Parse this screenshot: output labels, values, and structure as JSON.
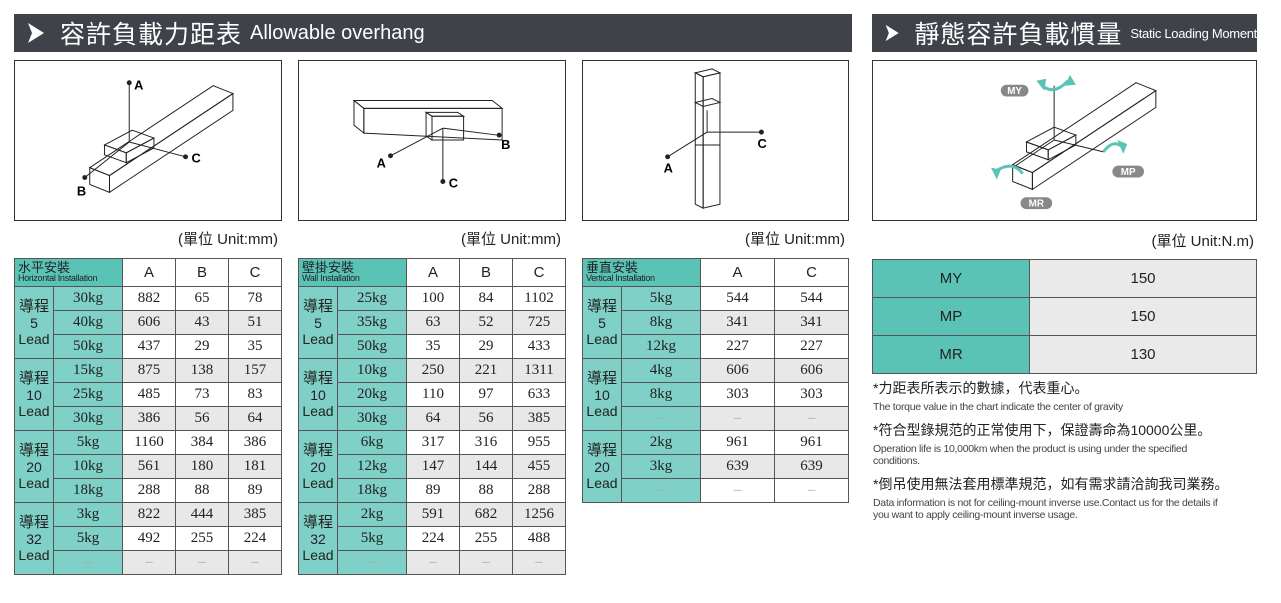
{
  "colors": {
    "banner": "#3f4249",
    "header_teal": "#5bc3b6",
    "lead_teal": "#7fd0c6",
    "shade": "#e8e8e8",
    "arrow_teal": "#5bc3b6"
  },
  "banner_left": {
    "zh": "容許負載力距表",
    "en": "Allowable overhang"
  },
  "banner_right": {
    "zh": "靜態容許負載慣量",
    "en": "Static Loading Moment"
  },
  "diagram_labels": {
    "horizontal": [
      "A",
      "B",
      "C"
    ],
    "wall": [
      "A",
      "B",
      "C"
    ],
    "vertical": [
      "A",
      "C"
    ],
    "moment": [
      "MY",
      "MP",
      "MR"
    ]
  },
  "unit_mm": "(單位 Unit:mm)",
  "unit_nm": "(單位 Unit:N.m)",
  "tables": [
    {
      "header_zh": "水平安裝",
      "header_en": "Horizontal Installation",
      "cols": [
        "A",
        "B",
        "C"
      ],
      "groups": [
        {
          "lead_zh": "導程",
          "lead_num": "5",
          "lead_en": "Lead",
          "rows": [
            {
              "load": "30kg",
              "values": [
                "882",
                "65",
                "78"
              ]
            },
            {
              "load": "40kg",
              "values": [
                "606",
                "43",
                "51"
              ]
            },
            {
              "load": "50kg",
              "values": [
                "437",
                "29",
                "35"
              ]
            }
          ]
        },
        {
          "lead_zh": "導程",
          "lead_num": "10",
          "lead_en": "Lead",
          "rows": [
            {
              "load": "15kg",
              "values": [
                "875",
                "138",
                "157"
              ]
            },
            {
              "load": "25kg",
              "values": [
                "485",
                "73",
                "83"
              ]
            },
            {
              "load": "30kg",
              "values": [
                "386",
                "56",
                "64"
              ]
            }
          ]
        },
        {
          "lead_zh": "導程",
          "lead_num": "20",
          "lead_en": "Lead",
          "rows": [
            {
              "load": "5kg",
              "values": [
                "1160",
                "384",
                "386"
              ]
            },
            {
              "load": "10kg",
              "values": [
                "561",
                "180",
                "181"
              ]
            },
            {
              "load": "18kg",
              "values": [
                "288",
                "88",
                "89"
              ]
            }
          ]
        },
        {
          "lead_zh": "導程",
          "lead_num": "32",
          "lead_en": "Lead",
          "rows": [
            {
              "load": "3kg",
              "values": [
                "822",
                "444",
                "385"
              ]
            },
            {
              "load": "5kg",
              "values": [
                "492",
                "255",
                "224"
              ]
            },
            {
              "load": "–",
              "values": [
                "–",
                "–",
                "–"
              ]
            }
          ]
        }
      ]
    },
    {
      "header_zh": "壁掛安裝",
      "header_en": "Wall Installation",
      "cols": [
        "A",
        "B",
        "C"
      ],
      "groups": [
        {
          "lead_zh": "導程",
          "lead_num": "5",
          "lead_en": "Lead",
          "rows": [
            {
              "load": "25kg",
              "values": [
                "100",
                "84",
                "1102"
              ]
            },
            {
              "load": "35kg",
              "values": [
                "63",
                "52",
                "725"
              ]
            },
            {
              "load": "50kg",
              "values": [
                "35",
                "29",
                "433"
              ]
            }
          ]
        },
        {
          "lead_zh": "導程",
          "lead_num": "10",
          "lead_en": "Lead",
          "rows": [
            {
              "load": "10kg",
              "values": [
                "250",
                "221",
                "1311"
              ]
            },
            {
              "load": "20kg",
              "values": [
                "110",
                "97",
                "633"
              ]
            },
            {
              "load": "30kg",
              "values": [
                "64",
                "56",
                "385"
              ]
            }
          ]
        },
        {
          "lead_zh": "導程",
          "lead_num": "20",
          "lead_en": "Lead",
          "rows": [
            {
              "load": "6kg",
              "values": [
                "317",
                "316",
                "955"
              ]
            },
            {
              "load": "12kg",
              "values": [
                "147",
                "144",
                "455"
              ]
            },
            {
              "load": "18kg",
              "values": [
                "89",
                "88",
                "288"
              ]
            }
          ]
        },
        {
          "lead_zh": "導程",
          "lead_num": "32",
          "lead_en": "Lead",
          "rows": [
            {
              "load": "2kg",
              "values": [
                "591",
                "682",
                "1256"
              ]
            },
            {
              "load": "5kg",
              "values": [
                "224",
                "255",
                "488"
              ]
            },
            {
              "load": "–",
              "values": [
                "–",
                "–",
                "–"
              ]
            }
          ]
        }
      ]
    },
    {
      "header_zh": "垂直安裝",
      "header_en": "Vertical Installation",
      "cols": [
        "A",
        "C"
      ],
      "groups": [
        {
          "lead_zh": "導程",
          "lead_num": "5",
          "lead_en": "Lead",
          "rows": [
            {
              "load": "5kg",
              "values": [
                "544",
                "544"
              ]
            },
            {
              "load": "8kg",
              "values": [
                "341",
                "341"
              ]
            },
            {
              "load": "12kg",
              "values": [
                "227",
                "227"
              ]
            }
          ]
        },
        {
          "lead_zh": "導程",
          "lead_num": "10",
          "lead_en": "Lead",
          "rows": [
            {
              "load": "4kg",
              "values": [
                "606",
                "606"
              ]
            },
            {
              "load": "8kg",
              "values": [
                "303",
                "303"
              ]
            },
            {
              "load": "–",
              "values": [
                "–",
                "–"
              ]
            }
          ]
        },
        {
          "lead_zh": "導程",
          "lead_num": "20",
          "lead_en": "Lead",
          "rows": [
            {
              "load": "2kg",
              "values": [
                "961",
                "961"
              ]
            },
            {
              "load": "3kg",
              "values": [
                "639",
                "639"
              ]
            },
            {
              "load": "–",
              "values": [
                "–",
                "–"
              ]
            }
          ]
        }
      ]
    }
  ],
  "moments": [
    {
      "label": "MY",
      "value": "150"
    },
    {
      "label": "MP",
      "value": "150"
    },
    {
      "label": "MR",
      "value": "130"
    }
  ],
  "notes": [
    {
      "zh": "*力距表所表示的數據，代表重心。",
      "en": "The torque value in the chart indicate the center of gravity"
    },
    {
      "zh": "*符合型錄規范的正常使用下，保證壽命為10000公里。",
      "en": "Operation life is 10,000km when the product is using under the specified conditions."
    },
    {
      "zh": "*倒吊使用無法套用標準規范，如有需求請洽詢我司業務。",
      "en": "Data information is not for ceiling-mount inverse use.Contact us for the details if you want to apply ceiling-mount inverse usage."
    }
  ]
}
